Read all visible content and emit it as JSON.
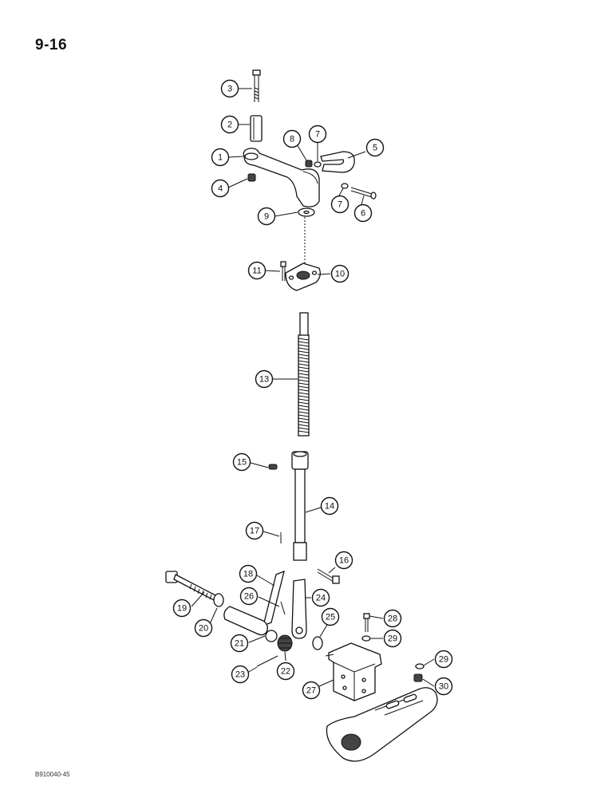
{
  "page": {
    "number": "9-16",
    "figure_code": "B910040-45"
  },
  "callouts": [
    {
      "id": "1",
      "label": "1"
    },
    {
      "id": "2",
      "label": "2"
    },
    {
      "id": "3",
      "label": "3"
    },
    {
      "id": "4",
      "label": "4"
    },
    {
      "id": "5",
      "label": "5"
    },
    {
      "id": "6",
      "label": "6"
    },
    {
      "id": "7a",
      "label": "7"
    },
    {
      "id": "7b",
      "label": "7"
    },
    {
      "id": "8",
      "label": "8"
    },
    {
      "id": "9",
      "label": "9"
    },
    {
      "id": "10",
      "label": "10"
    },
    {
      "id": "11",
      "label": "11"
    },
    {
      "id": "13",
      "label": "13"
    },
    {
      "id": "14",
      "label": "14"
    },
    {
      "id": "15",
      "label": "15"
    },
    {
      "id": "16",
      "label": "16"
    },
    {
      "id": "17",
      "label": "17"
    },
    {
      "id": "18",
      "label": "18"
    },
    {
      "id": "19",
      "label": "19"
    },
    {
      "id": "20",
      "label": "20"
    },
    {
      "id": "21",
      "label": "21"
    },
    {
      "id": "22",
      "label": "22"
    },
    {
      "id": "23",
      "label": "23"
    },
    {
      "id": "24",
      "label": "24"
    },
    {
      "id": "25",
      "label": "25"
    },
    {
      "id": "26",
      "label": "26"
    },
    {
      "id": "27",
      "label": "27"
    },
    {
      "id": "28",
      "label": "28"
    },
    {
      "id": "29a",
      "label": "29"
    },
    {
      "id": "29b",
      "label": "29"
    },
    {
      "id": "30",
      "label": "30"
    }
  ]
}
